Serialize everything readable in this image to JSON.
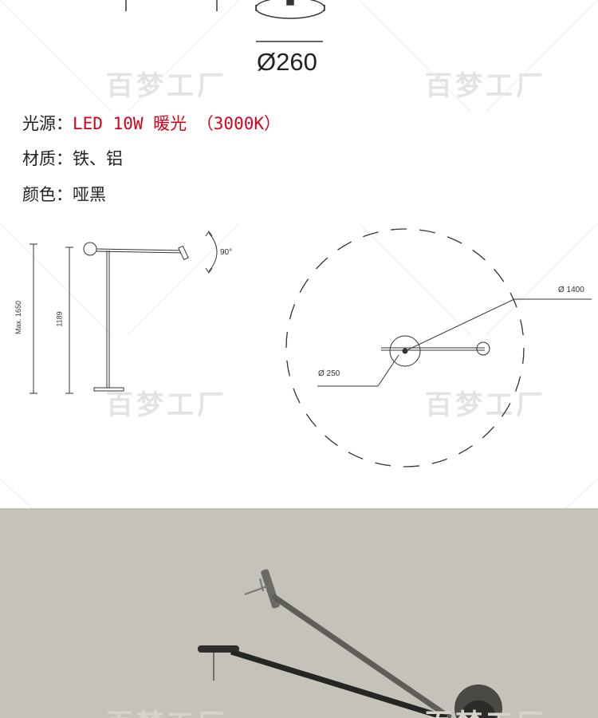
{
  "top_drawing": {
    "diameter_label": "Ø260"
  },
  "specs": [
    {
      "label": "光源：",
      "value": "LED 10W 暖光 （3000K）",
      "red": true
    },
    {
      "label": "材质：",
      "value": "铁、铝",
      "red": false
    },
    {
      "label": "颜色：",
      "value": "哑黑",
      "red": false
    }
  ],
  "side_drawing": {
    "max_height_label": "Max. 1650",
    "height_label": "1189",
    "rotation_label": "90°"
  },
  "plan_drawing": {
    "outer_diameter_label": "Ø 1400",
    "base_diameter_label": "Ø 250"
  },
  "watermark_text": "百梦工厂",
  "colors": {
    "accent_red": "#d9001b",
    "photo_background": "#c5c2b9",
    "line": "#333333"
  }
}
